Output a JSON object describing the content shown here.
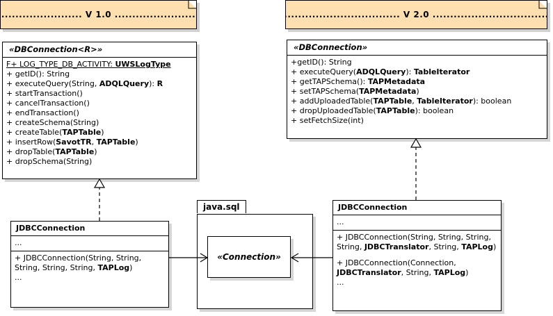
{
  "diagram": {
    "type": "uml-class-diagram",
    "title": "DBConnection V1.0 vs V2.0"
  },
  "notes": [
    {
      "id": "note-v1",
      "text": "........................ V 1.0 ........................"
    },
    {
      "id": "note-v2",
      "text": "................................. V 2.0 ................................."
    }
  ],
  "classes": {
    "dbconnection_v1": {
      "stereotype_title": "«DBConnection<R>»",
      "members": [
        {
          "text": "F+ LOG_TYPE_DB_ACTIVITY: ",
          "bold_tail": "UWSLogType",
          "static": true
        },
        {
          "text": "+ getID(): String"
        },
        {
          "text": "+ executeQuery(String, ",
          "bold_tail": "ADQLQuery",
          "tail": "): ",
          "bold_tail2": "R"
        },
        {
          "text": "+ startTransaction()"
        },
        {
          "text": "+ cancelTransaction()"
        },
        {
          "text": "+ endTransaction()"
        },
        {
          "text": "+ createSchema(String)"
        },
        {
          "text": "+ createTable(",
          "bold_tail": "TAPTable",
          "tail": ")"
        },
        {
          "text": "+ insertRow(",
          "bold_tail": "SavotTR",
          "tail": ", ",
          "bold_tail2": "TAPTable",
          "tail2": ")"
        },
        {
          "text": "+ dropTable(",
          "bold_tail": "TAPTable",
          "tail": ")"
        },
        {
          "text": "+ dropSchema(String)"
        }
      ]
    },
    "dbconnection_v2": {
      "stereotype_title": "«DBConnection»",
      "members": [
        {
          "text": "+getID(): String"
        },
        {
          "text": "+ executeQuery(",
          "bold_tail": "ADQLQuery",
          "tail": "): ",
          "bold_tail2": "TableIterator"
        },
        {
          "text": "+ getTAPSchema(): ",
          "bold_tail": "TAPMetadata"
        },
        {
          "text": "+ setTAPSchema(",
          "bold_tail": "TAPMetadata",
          "tail": ")"
        },
        {
          "text": "+ addUploadedTable(",
          "bold_tail": "TAPTable",
          "tail": ", ",
          "bold_tail2": "TableIterator",
          "tail2": "): boolean"
        },
        {
          "text": "+ dropUploadedTable(",
          "bold_tail": "TAPTable",
          "tail": "): boolean"
        },
        {
          "text": "+ setFetchSize(int)"
        }
      ]
    },
    "jdbc_v1": {
      "title": "JDBCConnection",
      "attributes": [
        {
          "text": "..."
        }
      ],
      "operations": [
        {
          "text": "+ JDBCConnection(String, String, String, String, String, ",
          "bold_tail": "TAPLog",
          "tail": ")"
        },
        {
          "text": "..."
        }
      ]
    },
    "jdbc_v2": {
      "title": "JDBCConnection",
      "attributes": [
        {
          "text": "..."
        }
      ],
      "operations": [
        {
          "text": "+ JDBCConnection(String, String, String, String, ",
          "bold_tail": "JDBCTranslator",
          "tail": ", String, ",
          "bold_tail2": "TAPLog",
          "tail2": ")"
        },
        {
          "spacer": true
        },
        {
          "text": "+ JDBCConnection(Connection, ",
          "bold_tail": "JDBCTranslator",
          "tail": ", String, ",
          "bold_tail2": "TAPLog",
          "tail2": ")"
        },
        {
          "text": "..."
        }
      ]
    }
  },
  "package": {
    "name": "java.sql",
    "interface": {
      "label": "«Connection»"
    }
  },
  "relations": [
    {
      "name": "realization-v1",
      "kind": "realization",
      "from": "jdbc_v1",
      "to": "dbconnection_v1",
      "style": "dashed",
      "arrow": "hollow-triangle"
    },
    {
      "name": "realization-v2",
      "kind": "realization",
      "from": "jdbc_v2",
      "to": "dbconnection_v2",
      "style": "dashed",
      "arrow": "hollow-triangle"
    },
    {
      "name": "dependency-v1-connection",
      "kind": "association",
      "from": "jdbc_v1",
      "to": "package.interface",
      "style": "solid",
      "arrow": "open"
    },
    {
      "name": "dependency-v2-connection",
      "kind": "association",
      "from": "jdbc_v2",
      "to": "package.interface",
      "style": "solid",
      "arrow": "open"
    }
  ],
  "colors": {
    "note_background": "#FEE0B0",
    "note_border": "#000000",
    "class_background": "#FFFFFF",
    "line": "#000000",
    "shadow": "rgba(0,0,0,0.16)"
  }
}
